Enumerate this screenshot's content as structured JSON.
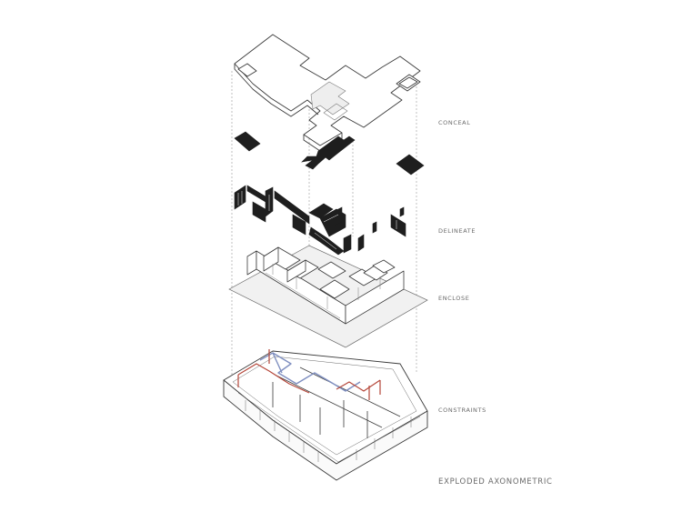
{
  "diagram": {
    "title": "EXPLODED AXONOMETRIC",
    "layers": [
      {
        "key": "conceal",
        "label": "CONCEAL"
      },
      {
        "key": "delineate",
        "label": "DELINEATE"
      },
      {
        "key": "enclose",
        "label": "ENCLOSE"
      },
      {
        "key": "constraints",
        "label": "CONSTRAINTS"
      }
    ],
    "colors": {
      "line": "#3a3a3a",
      "solid": "#1e1e1e",
      "plane": "#f1f1f1",
      "duct_red": "#b5473a",
      "duct_blue": "#7f8fc0",
      "label": "#6a6a6a"
    }
  }
}
